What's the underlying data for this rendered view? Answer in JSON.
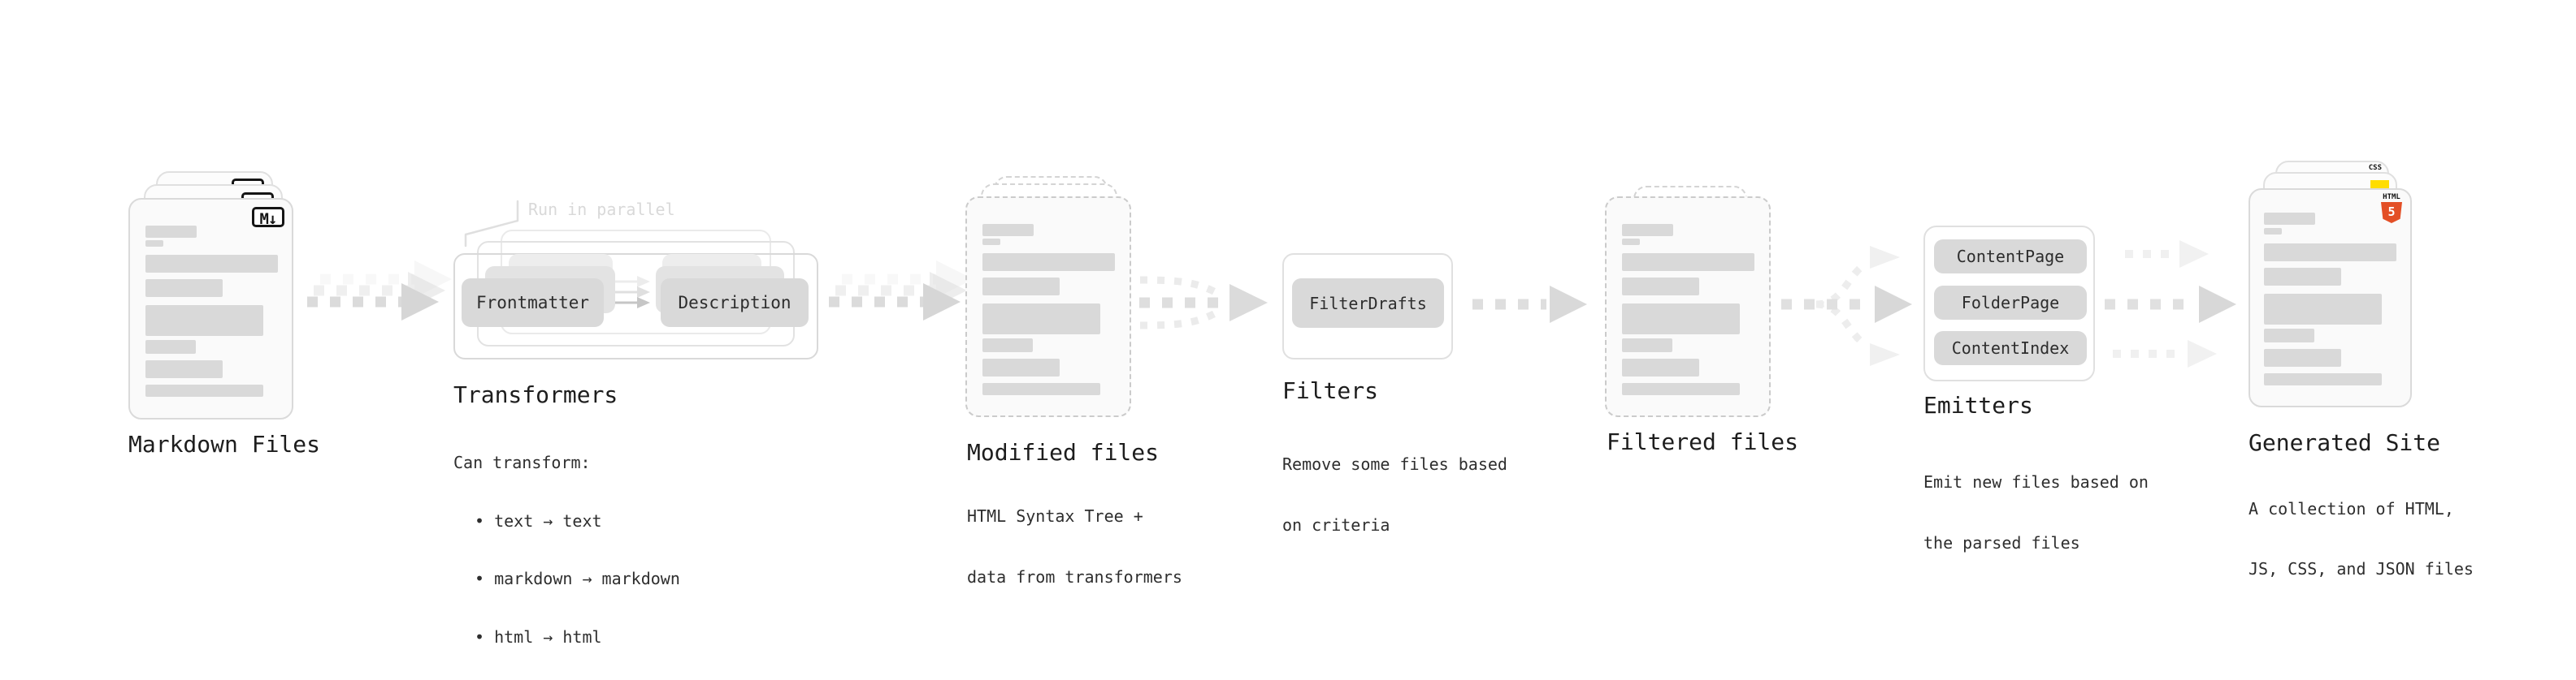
{
  "nodes": {
    "markdown_files": {
      "label": "Markdown Files",
      "badge": "M↓",
      "file_count": 3
    },
    "transformers": {
      "label": "Transformers",
      "annotation": "Run in parallel",
      "buttons": [
        "Frontmatter",
        "Description"
      ],
      "description_lines": [
        "Can transform:",
        "• text → text",
        "• markdown → markdown",
        "• html → html"
      ]
    },
    "modified_files": {
      "label": "Modified files",
      "description_lines": [
        "HTML Syntax Tree +",
        "data from transformers"
      ]
    },
    "filters": {
      "label": "Filters",
      "buttons": [
        "FilterDrafts"
      ],
      "description_lines": [
        "Remove some files based",
        "on criteria"
      ]
    },
    "filtered_files": {
      "label": "Filtered files"
    },
    "emitters": {
      "label": "Emitters",
      "buttons": [
        "ContentPage",
        "FolderPage",
        "ContentIndex"
      ],
      "description_lines": [
        "Emit new files based on",
        "the parsed files"
      ]
    },
    "generated_site": {
      "label": "Generated Site",
      "description_lines": [
        "A collection of HTML,",
        "JS, CSS, and JSON files"
      ],
      "badges": {
        "html_label": "HTML",
        "html_number": "5",
        "css_label": "CSS"
      }
    }
  },
  "colors": {
    "skeleton_gray": "#d9d9d9",
    "card_background": "#fafafa",
    "dashed_border": "#cbcbcb",
    "arrow_gray": "#d6d6d6",
    "annotation_gray": "#d9d9d9",
    "html5_orange": "#e34f26",
    "js_yellow": "#ffdd00",
    "css_blue": "#2b6bf3"
  }
}
